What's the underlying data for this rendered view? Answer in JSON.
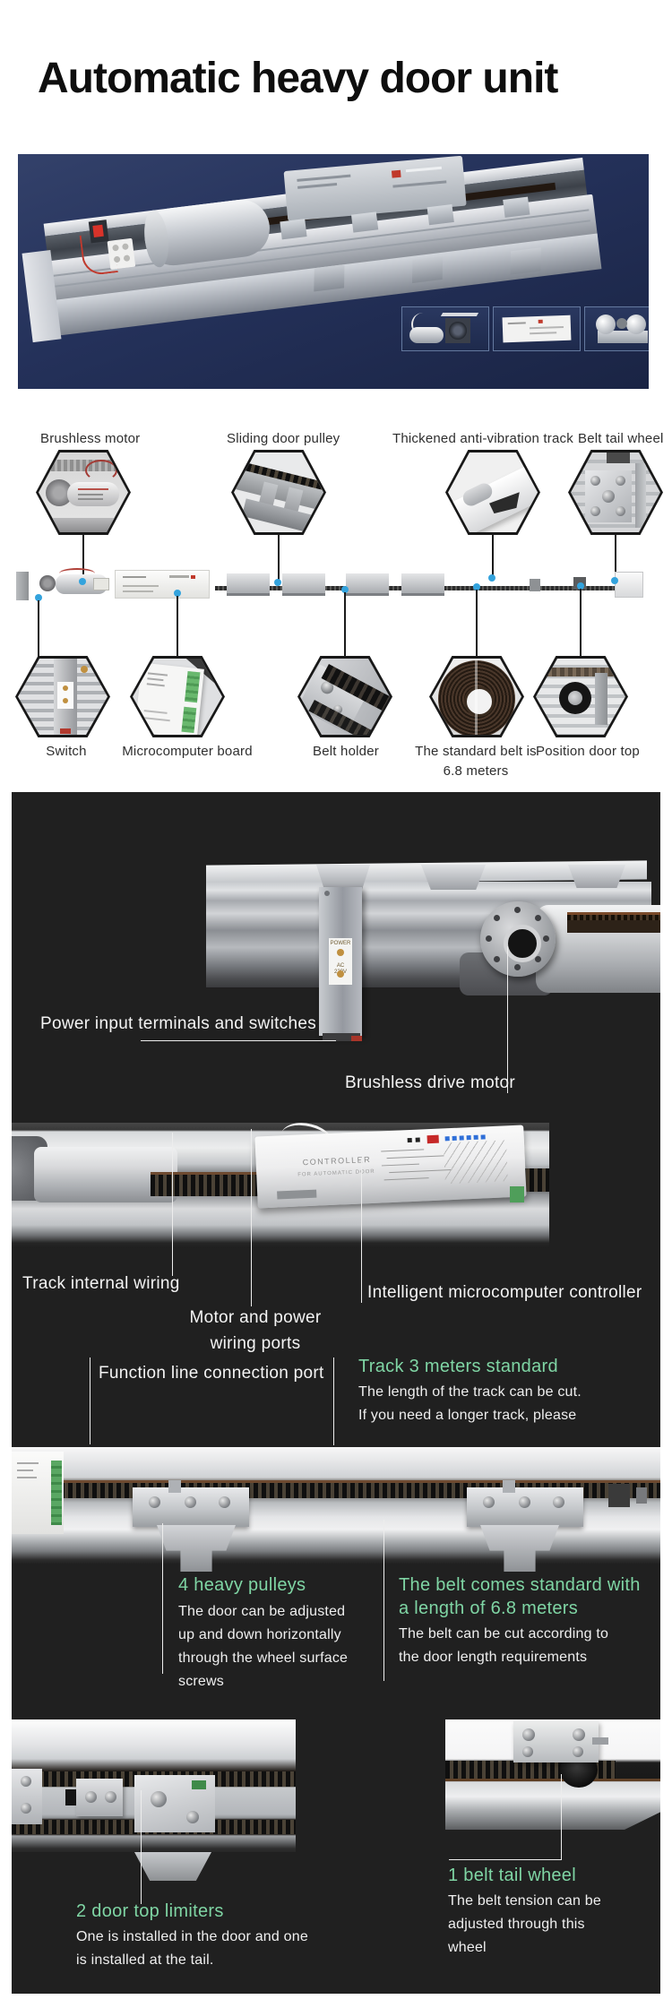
{
  "page": {
    "title": "Automatic heavy door unit"
  },
  "colors": {
    "accent_green": "#7fd5a4",
    "callout_dot_blue": "#33a3dd",
    "hero_navy": "#24315a",
    "dark_section_bg": "#202020"
  },
  "hero": {
    "insets": [
      {
        "name": "motor-thumbnail"
      },
      {
        "name": "controller-thumbnail"
      },
      {
        "name": "roller-thumbnail"
      }
    ]
  },
  "diagram": {
    "top_callouts": [
      {
        "label": "Brushless motor"
      },
      {
        "label": "Sliding door pulley"
      },
      {
        "label": "Thickened anti-vibration track"
      },
      {
        "label": "Belt tail wheel"
      }
    ],
    "bottom_callouts": [
      {
        "label": "Switch"
      },
      {
        "label": "Microcomputer board"
      },
      {
        "label": "Belt holder"
      },
      {
        "label": "The standard belt is",
        "label2": "6.8 meters"
      },
      {
        "label": "Position door top"
      }
    ]
  },
  "dark": {
    "power": {
      "label": "Power input terminals and switches"
    },
    "motor": {
      "label": "Brushless drive motor"
    },
    "bracket_label": {
      "line1": "POWER",
      "line2": "AC",
      "line3": "220V"
    },
    "controller_photo": {
      "line1": "CONTROLLER",
      "line2": "FOR AUTOMATIC DOOR"
    },
    "wiring": {
      "label": "Track internal wiring"
    },
    "ports": {
      "line1": "Motor and power",
      "line2": "wiring ports"
    },
    "mcu": {
      "label": "Intelligent microcomputer controller"
    },
    "function_port": {
      "label": "Function line connection port"
    },
    "track_std": {
      "heading": "Track 3 meters standard",
      "line1": "The length of the track can be cut.",
      "line2": "If you need a longer track, please"
    },
    "pulleys": {
      "heading": "4 heavy pulleys",
      "line1": "The door can be adjusted",
      "line2": "up and down horizontally",
      "line3": "through the wheel surface",
      "line4": "screws"
    },
    "belt": {
      "heading1": "The belt comes standard with",
      "heading2": "a length of 6.8 meters",
      "line1": "The belt can be cut according to",
      "line2": "the door length requirements"
    },
    "limiters": {
      "heading": "2 door top limiters",
      "line1": "One is installed in the door and one",
      "line2": "is installed at the tail."
    },
    "tail_wheel": {
      "heading": "1 belt tail wheel",
      "line1": "The belt tension can be",
      "line2": "adjusted through this",
      "line3": "wheel"
    }
  }
}
